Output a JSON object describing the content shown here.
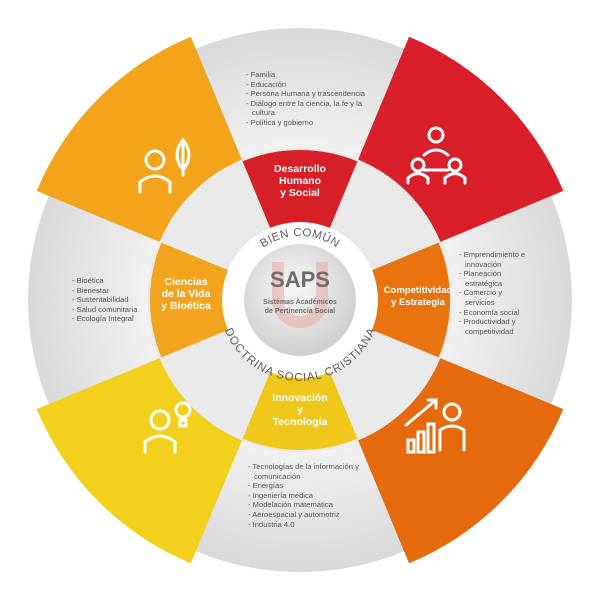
{
  "center": {
    "title": "SAPS",
    "subtitle_line1": "Sistémas Académicos",
    "subtitle_line2": "de Pertinencia Social",
    "arc_top": "BIEN COMÚN",
    "arc_bottom": "DOCTRINA SOCIAL CRISTIANA"
  },
  "areas": [
    {
      "name": "Desarrollo Humano y Social",
      "lines": [
        "Desarrollo",
        "Humano",
        "y Social"
      ],
      "color": "#d71f28",
      "items": [
        "Familia",
        "Educación",
        "Persona Humana y trascendencia",
        "Diálogo entre la ciencia, la fe y la cultura",
        "Política y gobierno"
      ]
    },
    {
      "name": "Competitividad y Estrategia",
      "lines": [
        "Competitividad",
        "y Estrategia"
      ],
      "color": "#e8730f",
      "items": [
        "Emprendimiento e innovación",
        "Planeación estratégica",
        "Comercio y servicios",
        "Economía social",
        "Productividad y competitividad"
      ]
    },
    {
      "name": "Innovación y Tecnología",
      "lines": [
        "Innovación",
        "y",
        "Tecnología"
      ],
      "color": "#f0c81b",
      "items": [
        "Tecnologías de la información y comunicación",
        "Energías",
        "Ingeniería médica",
        "Modelación matemática",
        "Aeroespacial y automotriz",
        "Industria 4.0"
      ]
    },
    {
      "name": "Ciencias de la Vida y Bioética",
      "lines": [
        "Ciencias",
        "de la Vida",
        "y Bioética"
      ],
      "color": "#f2a51c",
      "items": [
        "Bioética",
        "Bienestar",
        "Sustentabilidad",
        "Salud comunitaria",
        "Ecología Integral"
      ]
    }
  ],
  "wedge_colors": {
    "top_right": "#d9202a",
    "bottom_right": "#e56a0e",
    "bottom_left": "#f1d11d",
    "top_left": "#f3a41b"
  }
}
